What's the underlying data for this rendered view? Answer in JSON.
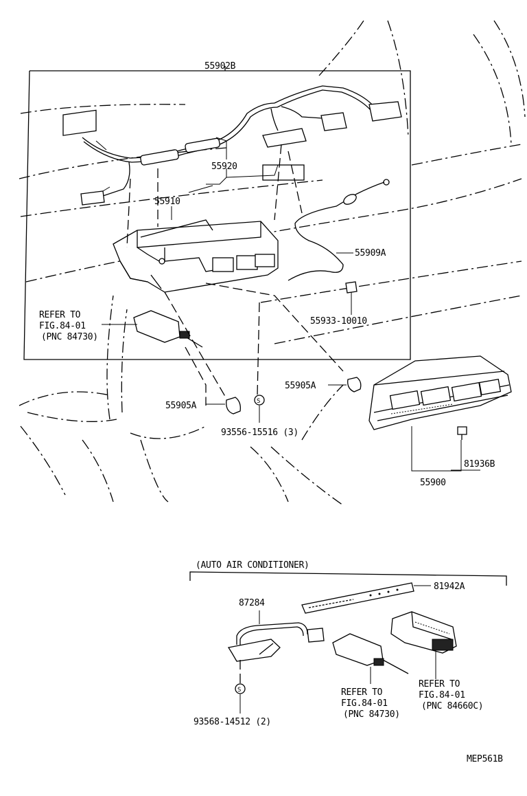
{
  "diagram": {
    "labels": {
      "p55902b": "55902B",
      "p55920": "55920",
      "p55910": "55910",
      "p55909a": "55909A",
      "p55933": "55933-10010",
      "refer1_l1": "REFER TO",
      "refer1_l2": "FIG.84-01",
      "refer1_l3": "(PNC 84730)",
      "p55905a_right": "55905A",
      "p55905a_left": "55905A",
      "p93556": "93556-15516 (3)",
      "p81936b": "81936B",
      "p55900": "55900",
      "auto_header": "(AUTO AIR CONDITIONER)",
      "p81942a": "81942A",
      "p87284": "87284",
      "refer2_l1": "REFER TO",
      "refer2_l2": "FIG.84-01",
      "refer2_l3": "(PNC 84730)",
      "refer3_l1": "REFER TO",
      "refer3_l2": "FIG.84-01",
      "refer3_l3": "(PNC 84660C)",
      "p93568": "93568-14512 (2)",
      "screw_symbol": "S",
      "figure_code": "MEP561B"
    }
  }
}
